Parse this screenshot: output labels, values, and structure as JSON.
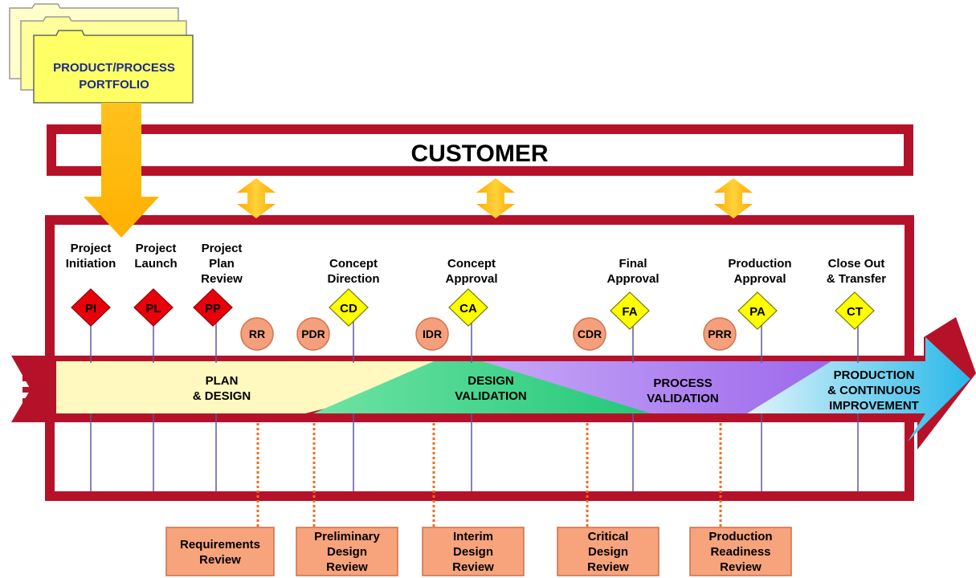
{
  "portfolio": {
    "line1": "PRODUCT/PROCESS",
    "line2": "PORTFOLIO"
  },
  "customer": {
    "label": "CUSTOMER"
  },
  "milestones": [
    {
      "code": "PI",
      "label1": "Project",
      "label2": "Initiation",
      "label3": ""
    },
    {
      "code": "PL",
      "label1": "Project",
      "label2": "Launch",
      "label3": ""
    },
    {
      "code": "PP",
      "label1": "Project",
      "label2": "Plan",
      "label3": "Review"
    },
    {
      "code": "CD",
      "label1": "Concept",
      "label2": "Direction",
      "label3": ""
    },
    {
      "code": "CA",
      "label1": "Concept",
      "label2": "Approval",
      "label3": ""
    },
    {
      "code": "FA",
      "label1": "Final",
      "label2": "Approval",
      "label3": ""
    },
    {
      "code": "PA",
      "label1": "Production",
      "label2": "Approval",
      "label3": ""
    },
    {
      "code": "CT",
      "label1": "Close Out",
      "label2": "& Transfer",
      "label3": ""
    }
  ],
  "reviews": [
    {
      "code": "RR",
      "line1": "Requirements",
      "line2": "Review",
      "line3": ""
    },
    {
      "code": "PDR",
      "line1": "Preliminary",
      "line2": "Design",
      "line3": "Review"
    },
    {
      "code": "IDR",
      "line1": "Interim",
      "line2": "Design",
      "line3": "Review"
    },
    {
      "code": "CDR",
      "line1": "Critical",
      "line2": "Design",
      "line3": "Review"
    },
    {
      "code": "PRR",
      "line1": "Production",
      "line2": "Readiness",
      "line3": "Review"
    }
  ],
  "phases": [
    {
      "line1": "PLAN",
      "line2": "& DESIGN",
      "line3": ""
    },
    {
      "line1": "DESIGN",
      "line2": "VALIDATION",
      "line3": ""
    },
    {
      "line1": "PROCESS",
      "line2": "VALIDATION",
      "line3": ""
    },
    {
      "line1": "PRODUCTION",
      "line2": "& CONTINUOUS",
      "line3": "IMPROVEMENT"
    }
  ],
  "colors": {
    "frame": "#b5122a",
    "milestone_red": "#e8000b",
    "milestone_yellow": "#ffff00",
    "review_circle": "#f4a07c",
    "review_box": "#f7a37c",
    "arrow_gold": "#ffc20e",
    "folder_yellow": "#ffff66"
  }
}
